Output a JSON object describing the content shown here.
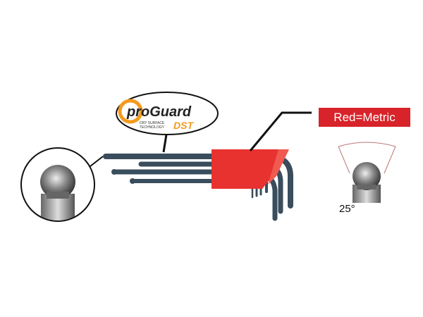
{
  "legend": {
    "label": "Red=Metric",
    "color": "#d8232a"
  },
  "angle": {
    "label": "25°"
  },
  "logo": {
    "brand": "ProGuard",
    "subtitle_1": "DRY SURFACE",
    "subtitle_2": "TECHNOLOGY",
    "badge": "DST"
  },
  "colors": {
    "wrench": "#3a4d5c",
    "holder": "#e8322f",
    "accent": "#f39a1e"
  }
}
